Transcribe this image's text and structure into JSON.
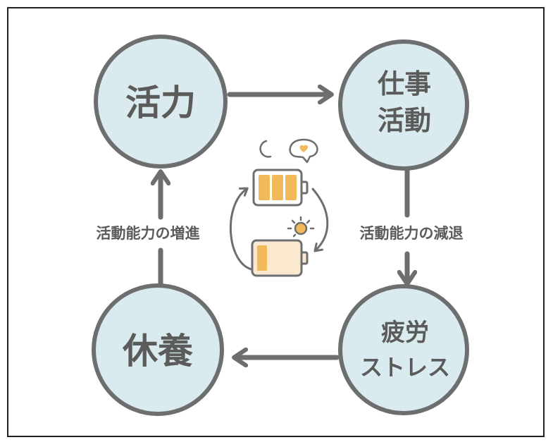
{
  "nodes": {
    "top_left": "活力",
    "top_right_line1": "仕事",
    "top_right_line2": "活動",
    "bottom_right_line1": "疲労",
    "bottom_right_line2": "ストレス",
    "bottom_left": "休養"
  },
  "edges": {
    "left_label": "活動能力の増進",
    "right_label": "活動能力の減退"
  },
  "colors": {
    "node_fill": "#d9ebee",
    "node_stroke": "#6d6e70",
    "arrow": "#6d6e70",
    "text": "#5b5b5b",
    "battery_fill": "#f2b95a",
    "battery_bg": "#fbe9cf",
    "heart": "#f2b95a"
  },
  "icons": [
    "moon-icon",
    "heart-bubble-icon",
    "sun-icon",
    "full-battery-icon",
    "low-battery-icon",
    "cycle-arrows-icon"
  ]
}
